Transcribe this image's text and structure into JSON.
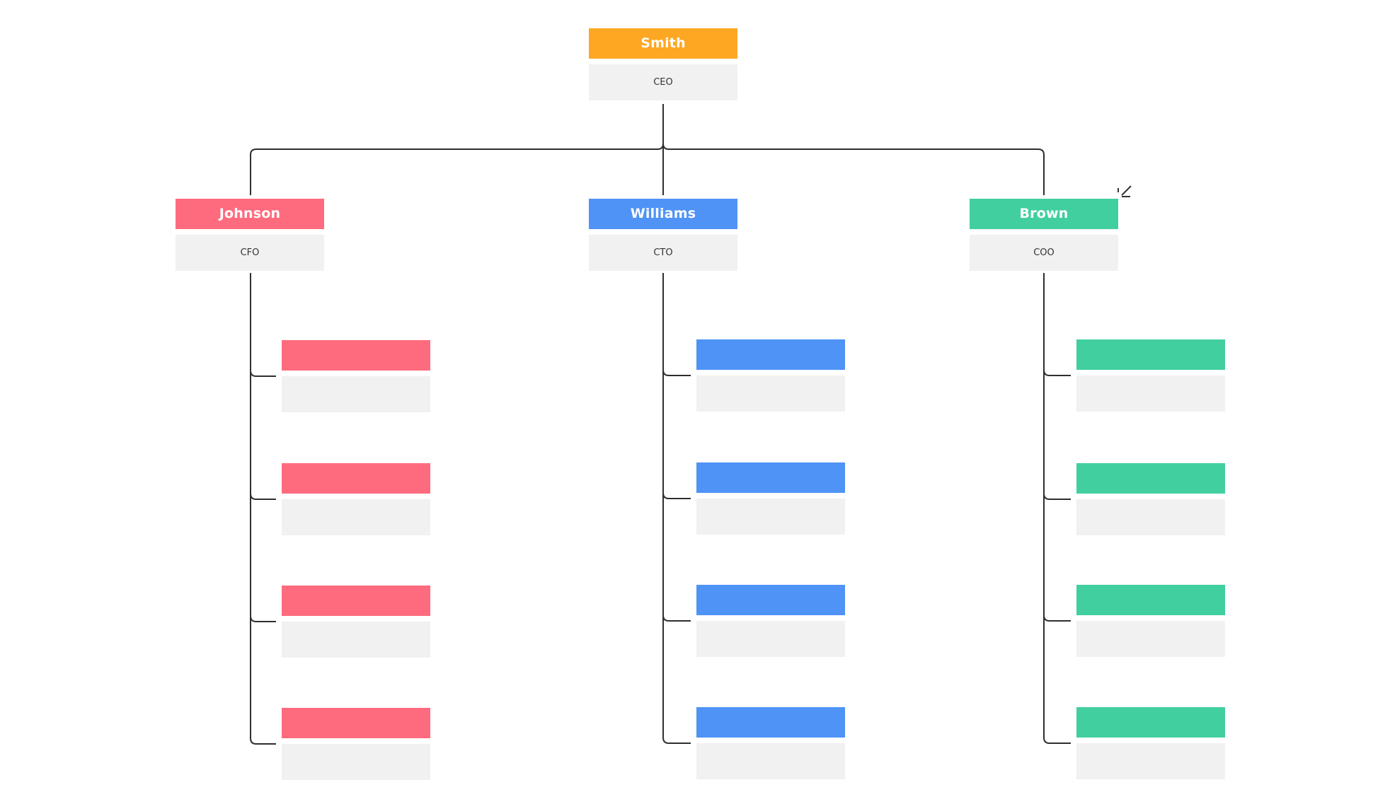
{
  "colors": {
    "ceo": "#fea723",
    "cfo": "#ff6b7e",
    "cto": "#4f93f7",
    "coo": "#42cfa0",
    "role_bg": "#f1f1f1",
    "line": "#2e2e2e"
  },
  "ceo": {
    "name": "Smith",
    "role": "CEO"
  },
  "executives": [
    {
      "name": "Johnson",
      "role": "CFO",
      "color_key": "cfo",
      "reports": [
        {
          "name": "",
          "role": ""
        },
        {
          "name": "",
          "role": ""
        },
        {
          "name": "",
          "role": ""
        },
        {
          "name": "",
          "role": ""
        }
      ]
    },
    {
      "name": "Williams",
      "role": "CTO",
      "color_key": "cto",
      "reports": [
        {
          "name": "",
          "role": ""
        },
        {
          "name": "",
          "role": ""
        },
        {
          "name": "",
          "role": ""
        },
        {
          "name": "",
          "role": ""
        }
      ]
    },
    {
      "name": "Brown",
      "role": "COO",
      "color_key": "coo",
      "reports": [
        {
          "name": "",
          "role": ""
        },
        {
          "name": "",
          "role": ""
        },
        {
          "name": "",
          "role": ""
        },
        {
          "name": "",
          "role": ""
        }
      ]
    }
  ],
  "icons": {
    "cursor": "edit-pencil-cursor-icon"
  }
}
